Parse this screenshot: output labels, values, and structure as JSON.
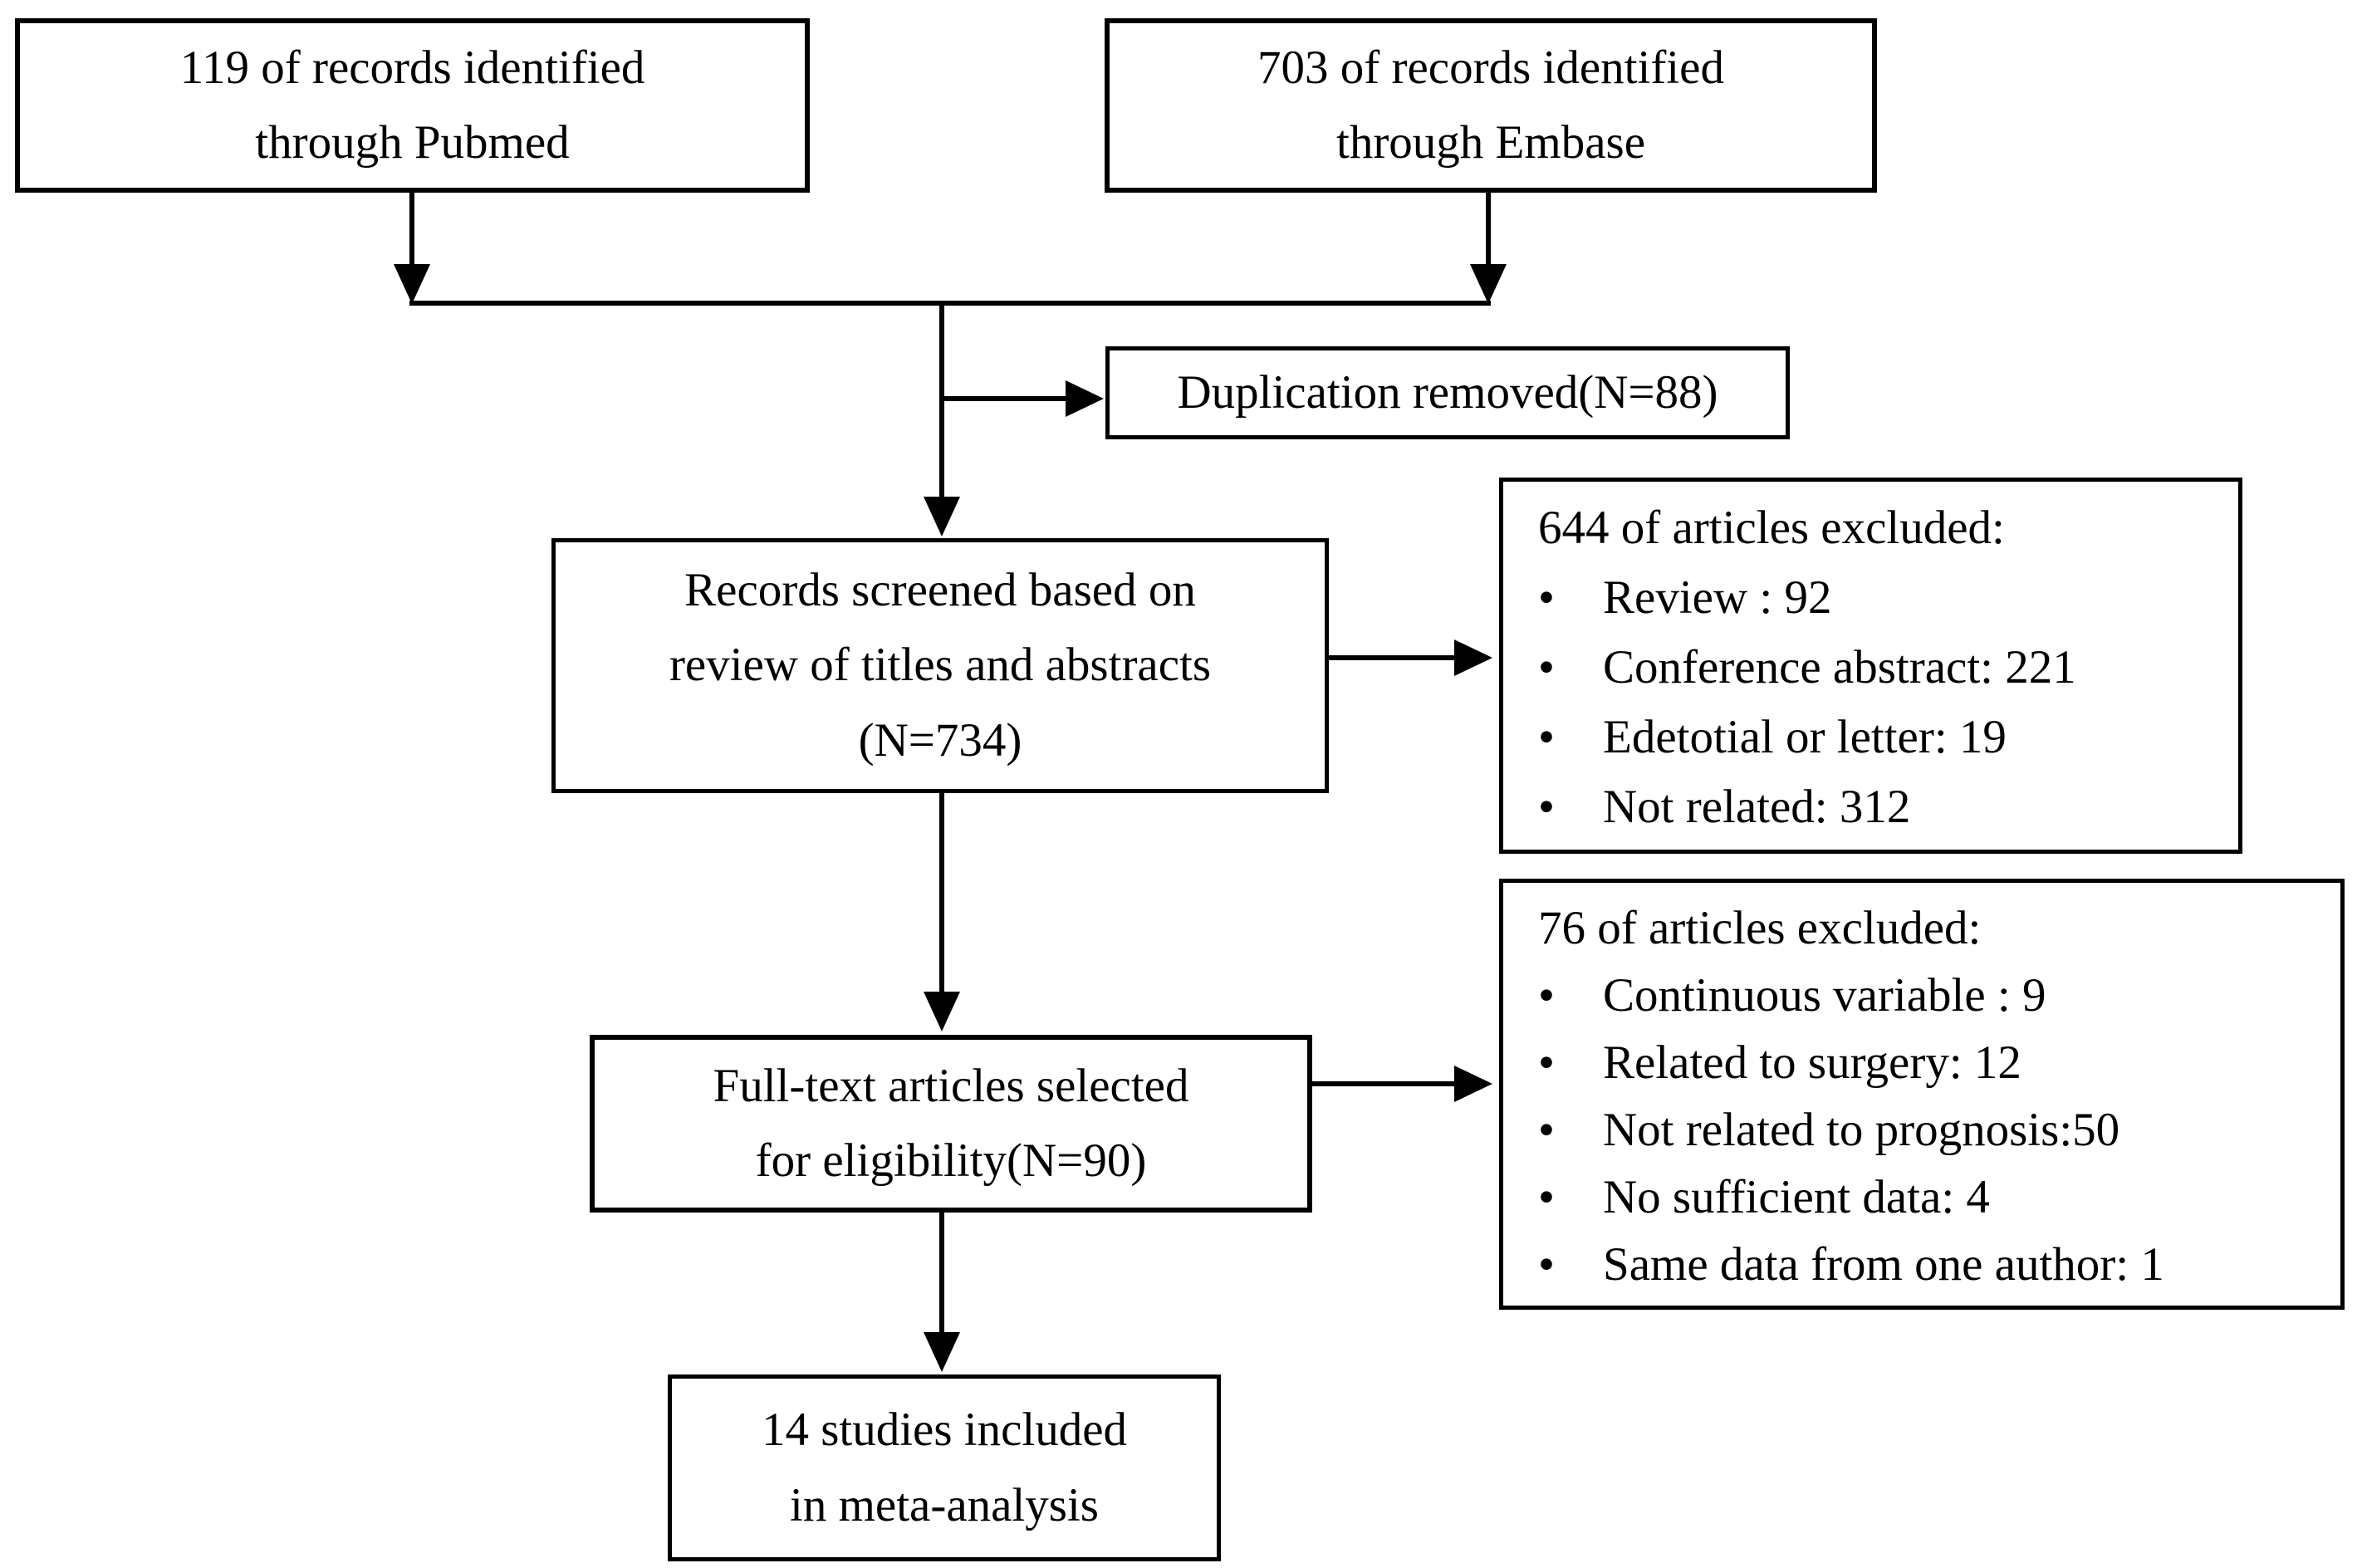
{
  "ui": {
    "bullet": "•"
  },
  "flowchart": {
    "pubmed": {
      "text": "119 of records identified\nthrough Pubmed"
    },
    "embase": {
      "text": "703 of records identified\nthrough Embase"
    },
    "duplication": {
      "text": "Duplication removed(N=88)"
    },
    "screened": {
      "text": "Records screened based on\nreview of titles and abstracts\n(N=734)"
    },
    "excluded_screening": {
      "title": "644 of articles excluded:",
      "items": [
        "Review : 92",
        "Conference abstract: 221",
        "Edetotial or letter: 19",
        "Not related: 312"
      ]
    },
    "fulltext": {
      "text": "Full-text articles selected\nfor eligibility(N=90)"
    },
    "excluded_eligibility": {
      "title": "76 of articles excluded:",
      "items": [
        "Continuous variable : 9",
        "Related to surgery: 12",
        "Not related to prognosis:50",
        "No sufficient data: 4",
        "Same data from one author: 1"
      ]
    },
    "included": {
      "text": "14 studies included\nin meta-analysis"
    }
  }
}
